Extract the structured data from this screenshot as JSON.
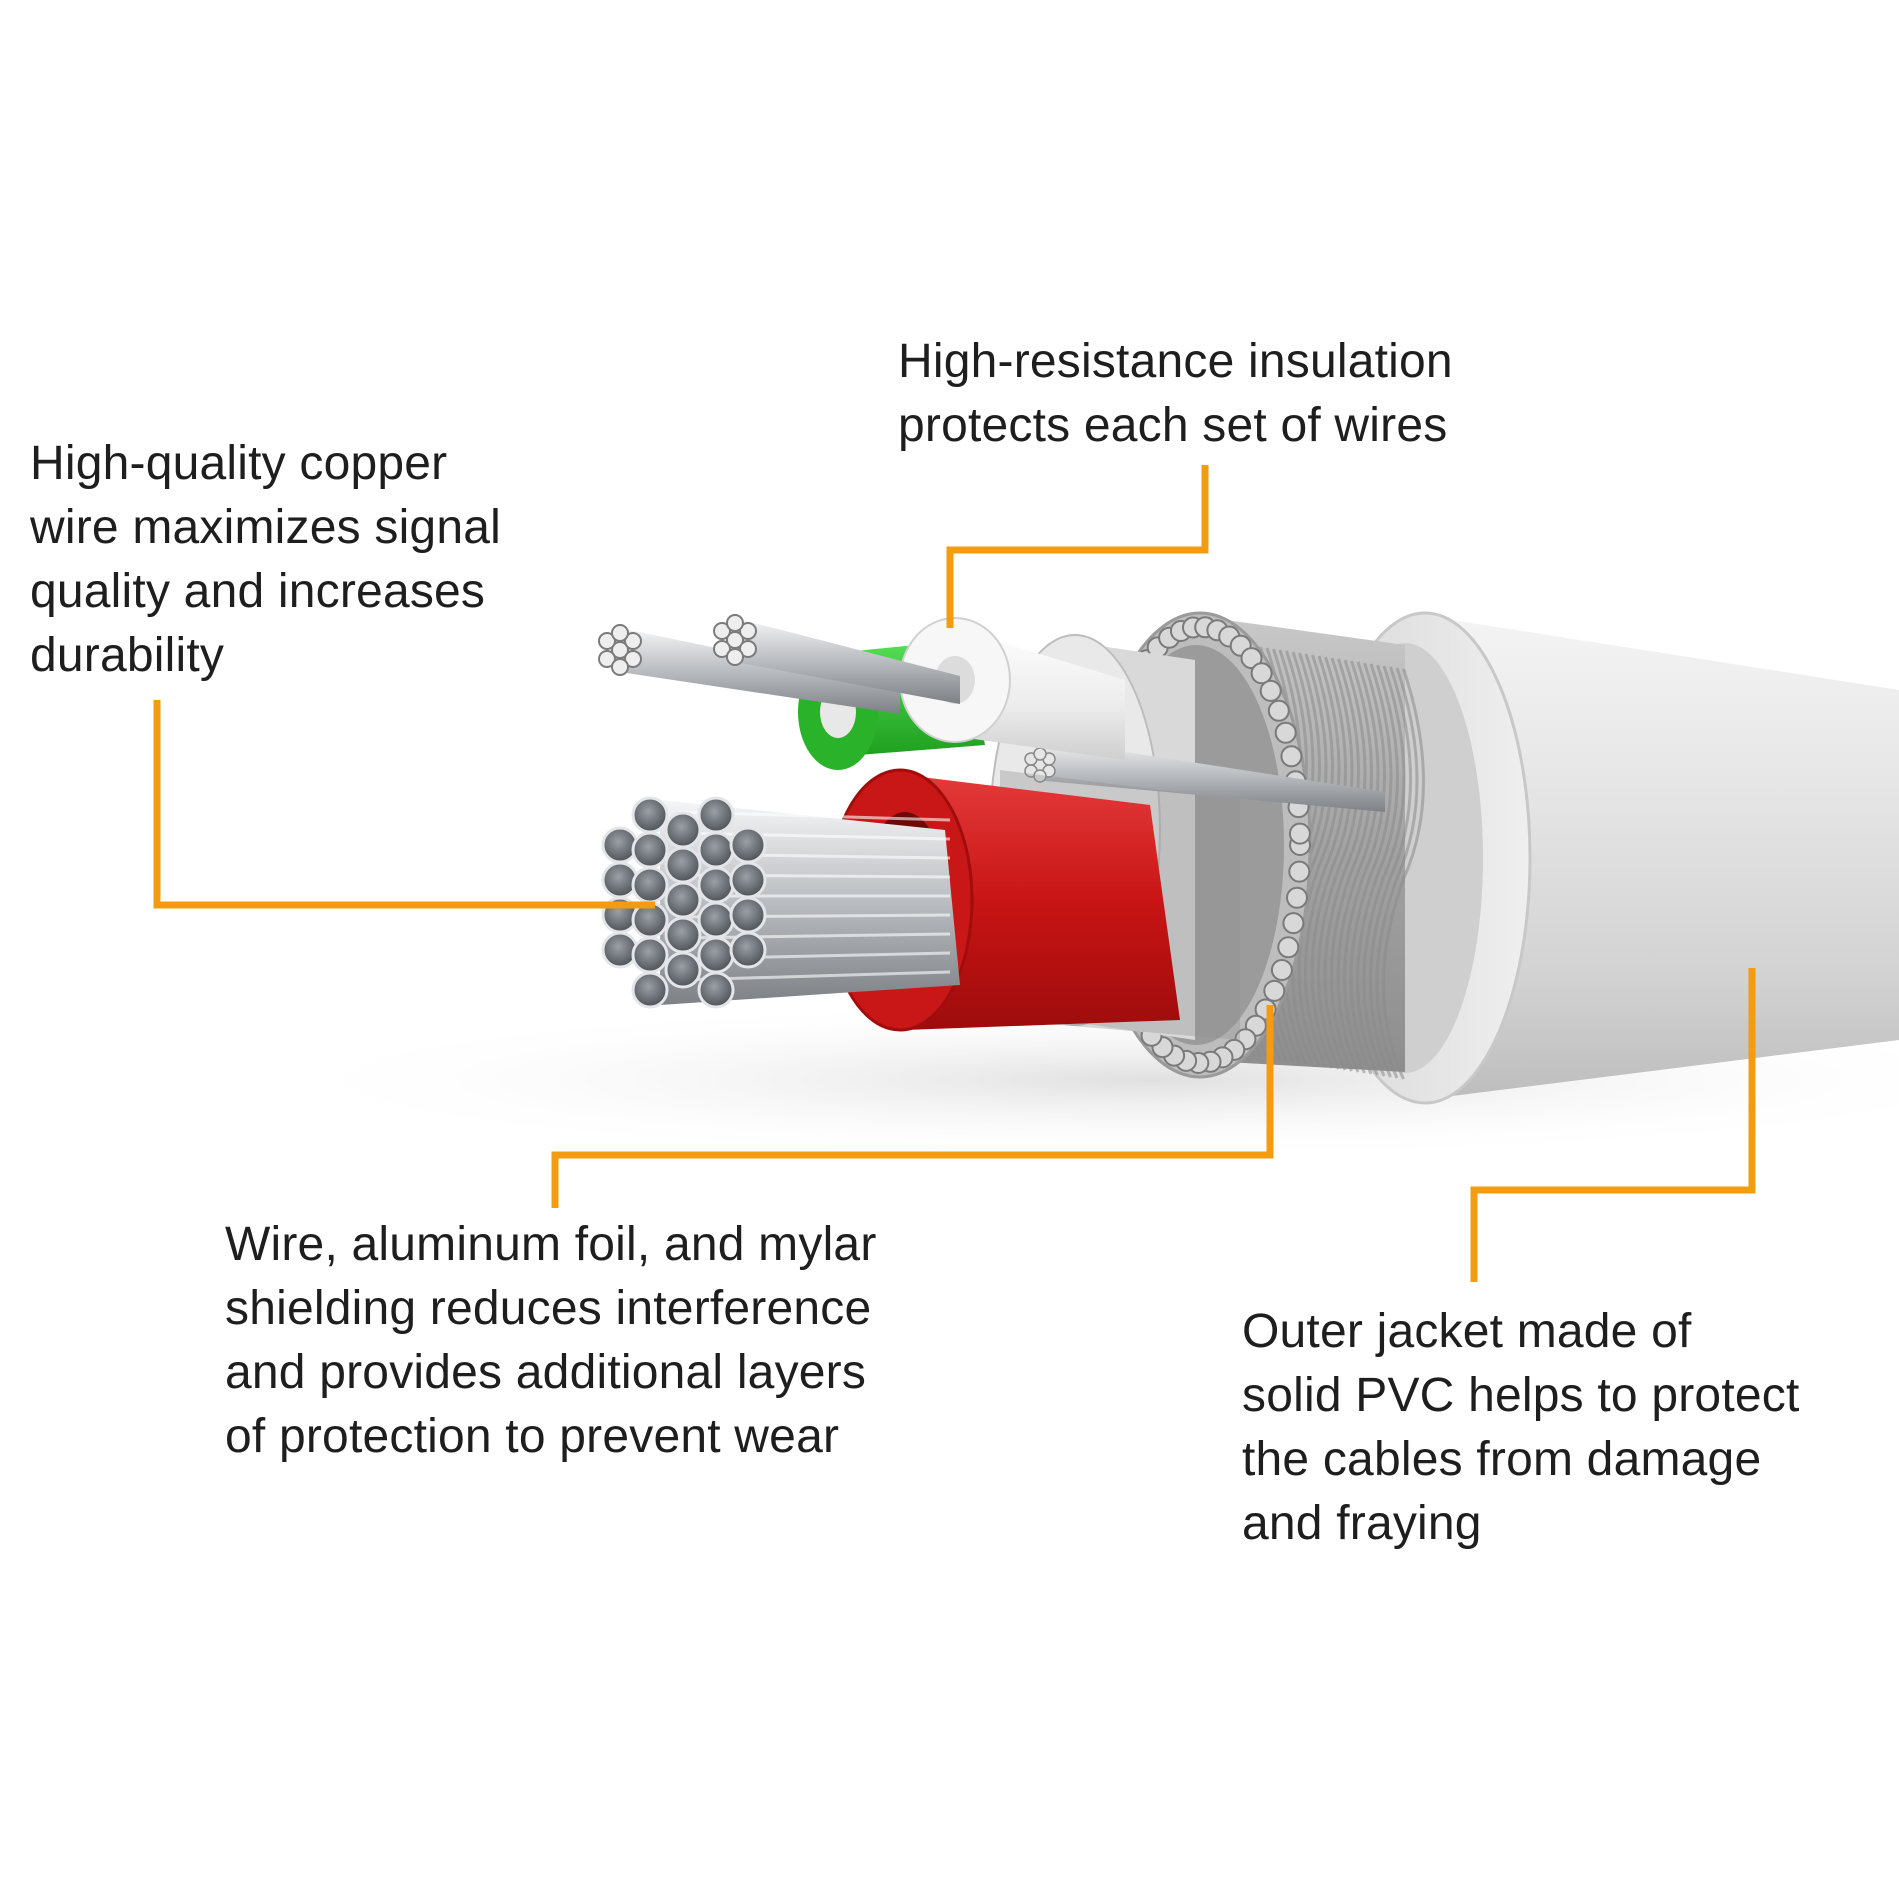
{
  "colors": {
    "leader": "#f39c12",
    "text": "#1e1e1e",
    "jacket": "#e4e4e4",
    "braid": "#a9a9a9",
    "red_insulation": "#d01818",
    "green_insulation": "#2fc12f",
    "white_insulation": "#f3f3f3",
    "copper_strand": "#c6c9cc"
  },
  "callouts": {
    "copper": {
      "lines": [
        "High-quality copper",
        "wire maximizes signal",
        "quality and increases",
        "durability"
      ]
    },
    "insulation": {
      "lines": [
        "High-resistance insulation",
        "protects each set of wires"
      ]
    },
    "shielding": {
      "lines": [
        "Wire, aluminum foil, and mylar",
        "shielding reduces interference",
        "and provides additional layers",
        "of protection to prevent wear"
      ]
    },
    "jacket": {
      "lines": [
        "Outer jacket made of",
        "solid PVC helps to protect",
        "the cables from damage",
        "and fraying"
      ]
    }
  },
  "illustration": {
    "icon": "cable-cross-section-icon"
  }
}
